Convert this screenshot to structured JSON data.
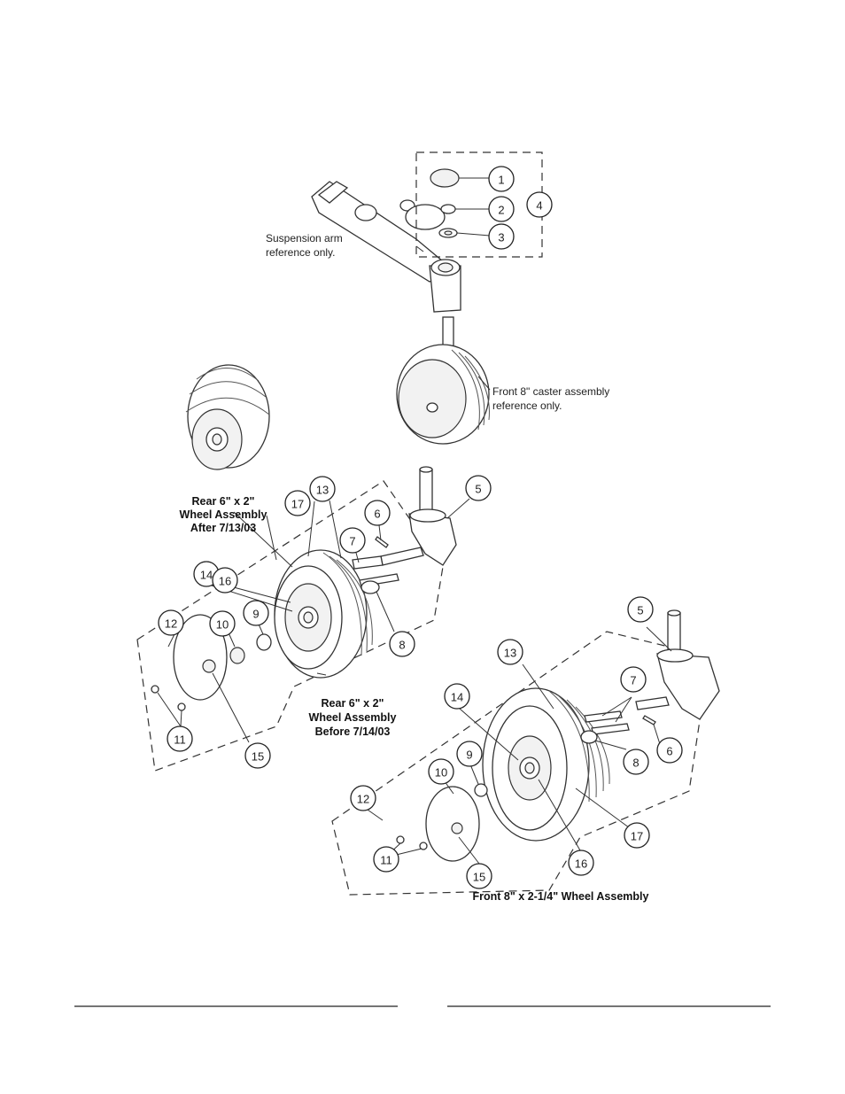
{
  "callouts": {
    "top": [
      "1",
      "2",
      "3",
      "4"
    ],
    "rear": [
      "5",
      "6",
      "7",
      "8",
      "9",
      "10",
      "11",
      "12",
      "13",
      "14",
      "15",
      "16",
      "17"
    ],
    "front": [
      "5",
      "6",
      "7",
      "8",
      "9",
      "10",
      "11",
      "12",
      "13",
      "14",
      "15",
      "16",
      "17"
    ]
  },
  "labels": {
    "suspension_arm": [
      "Suspension arm",
      "reference only."
    ],
    "front_caster": [
      "Front 8\" caster assembly",
      "reference only."
    ],
    "rear_after": [
      "Rear 6\" x 2\"",
      "Wheel Assembly",
      "After 7/13/03"
    ],
    "rear_before": [
      "Rear 6\" x 2\"",
      "Wheel Assembly",
      "Before 7/14/03"
    ],
    "front_wheel": "Front 8\" x 2-1/4\" Wheel Assembly"
  }
}
